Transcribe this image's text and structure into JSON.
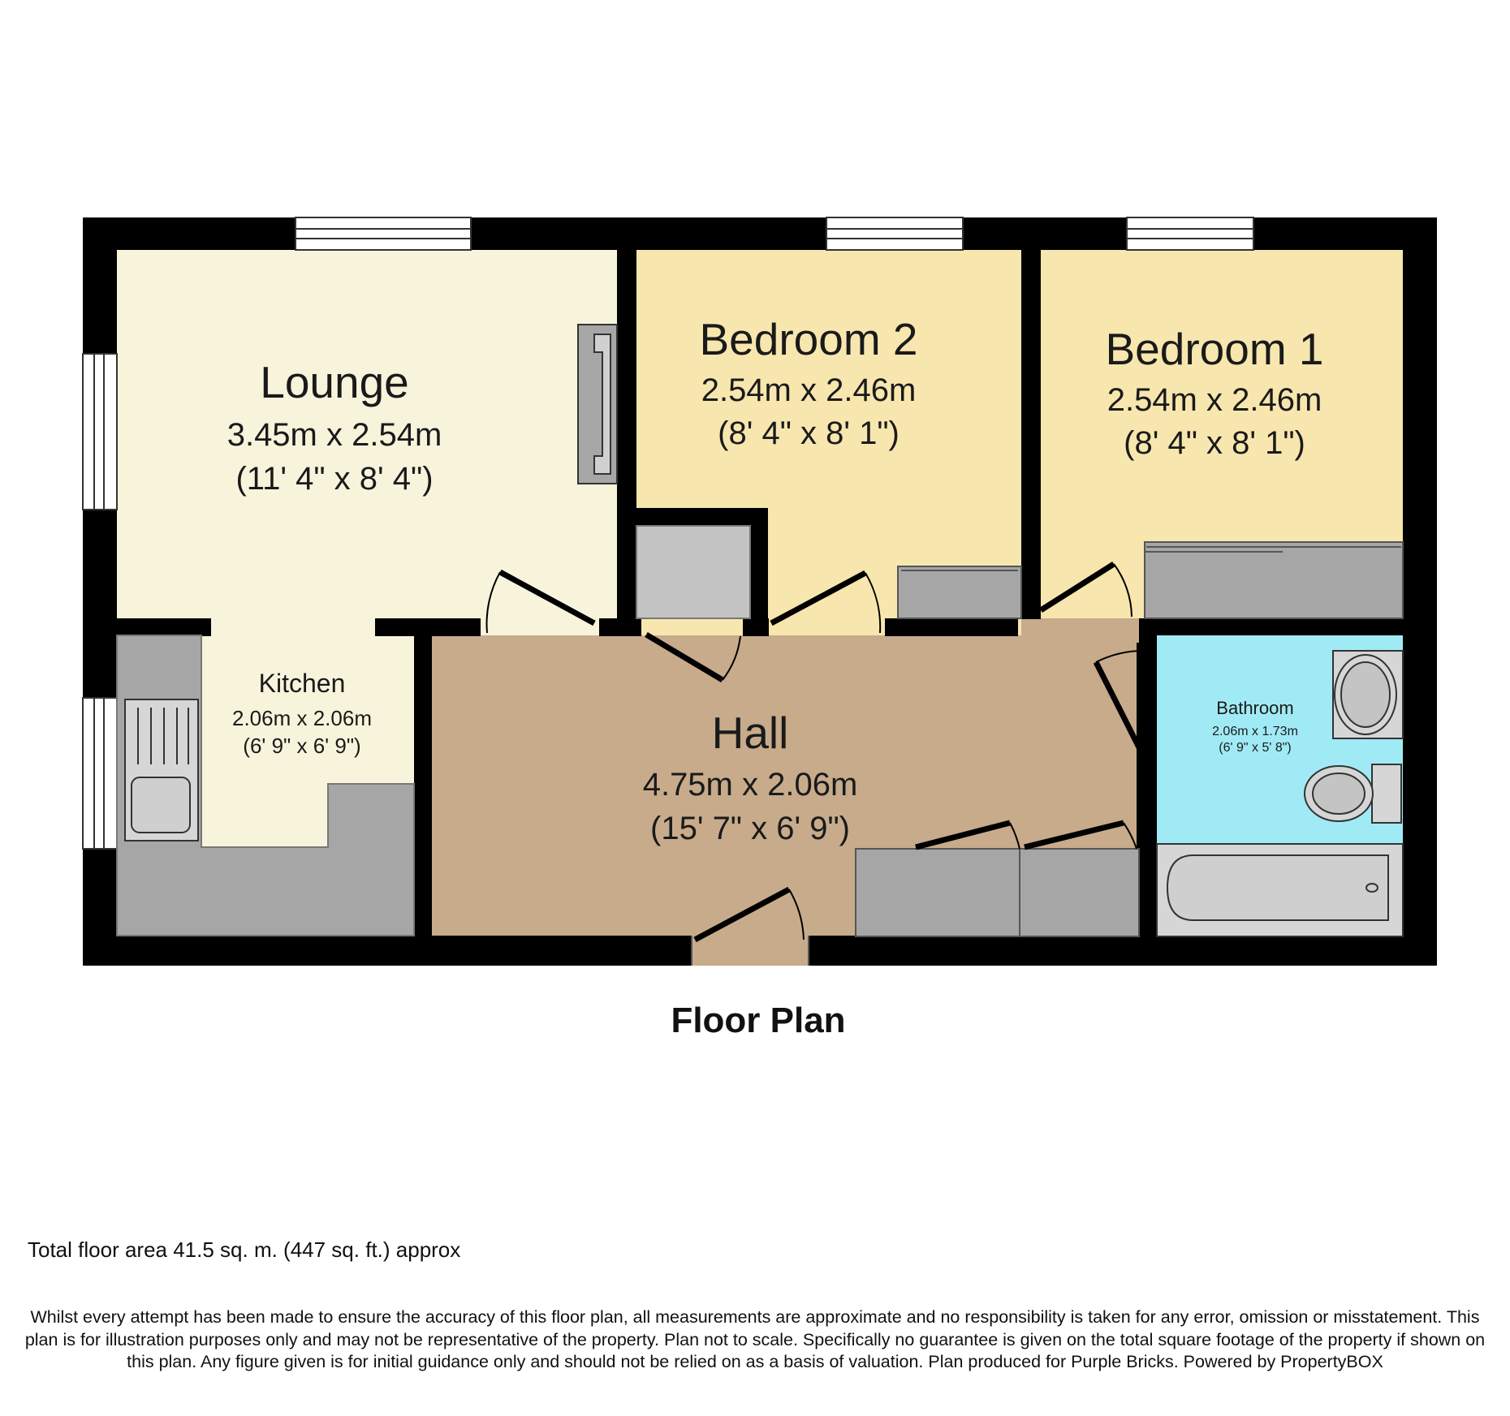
{
  "plan_title": "Floor Plan",
  "rooms": {
    "lounge": {
      "name": "Lounge",
      "metric": "3.45m x 2.54m",
      "imperial": "(11' 4\" x 8' 4\")"
    },
    "bedroom2": {
      "name": "Bedroom 2",
      "metric": "2.54m x 2.46m",
      "imperial": "(8' 4\" x 8' 1\")"
    },
    "bedroom1": {
      "name": "Bedroom 1",
      "metric": "2.54m x 2.46m",
      "imperial": "(8' 4\" x 8' 1\")"
    },
    "kitchen": {
      "name": "Kitchen",
      "metric": "2.06m x 2.06m",
      "imperial": "(6' 9\" x 6' 9\")"
    },
    "hall": {
      "name": "Hall",
      "metric": "4.75m x 2.06m",
      "imperial": "(15' 7\" x 6' 9\")"
    },
    "bathroom": {
      "name": "Bathroom",
      "metric": "2.06m x 1.73m",
      "imperial": "(6' 9\" x 5' 8\")"
    }
  },
  "colors": {
    "wall": "#000000",
    "lounge_kitchen": "#f8f4dc",
    "bedrooms": "#f7e6ae",
    "hall": "#c7ab8b",
    "bathroom": "#a0eaf5",
    "fixtures": "#a6a6a6",
    "cupboard": "#c4c4c4"
  },
  "footer": {
    "total_area": "Total floor area 41.5 sq. m. (447 sq. ft.) approx",
    "disclaimer": "Whilst every attempt has been made to ensure the accuracy of this floor plan, all measurements are approximate and no responsibility is taken for any error, omission or misstatement. This plan is for illustration purposes only and may not be representative of the property. Plan not to scale. Specifically no guarantee is given on the total square footage of the property if shown on this plan. Any figure given is for initial guidance only and should not be relied on as a basis of valuation.  Plan produced for Purple Bricks. Powered by PropertyBOX"
  }
}
